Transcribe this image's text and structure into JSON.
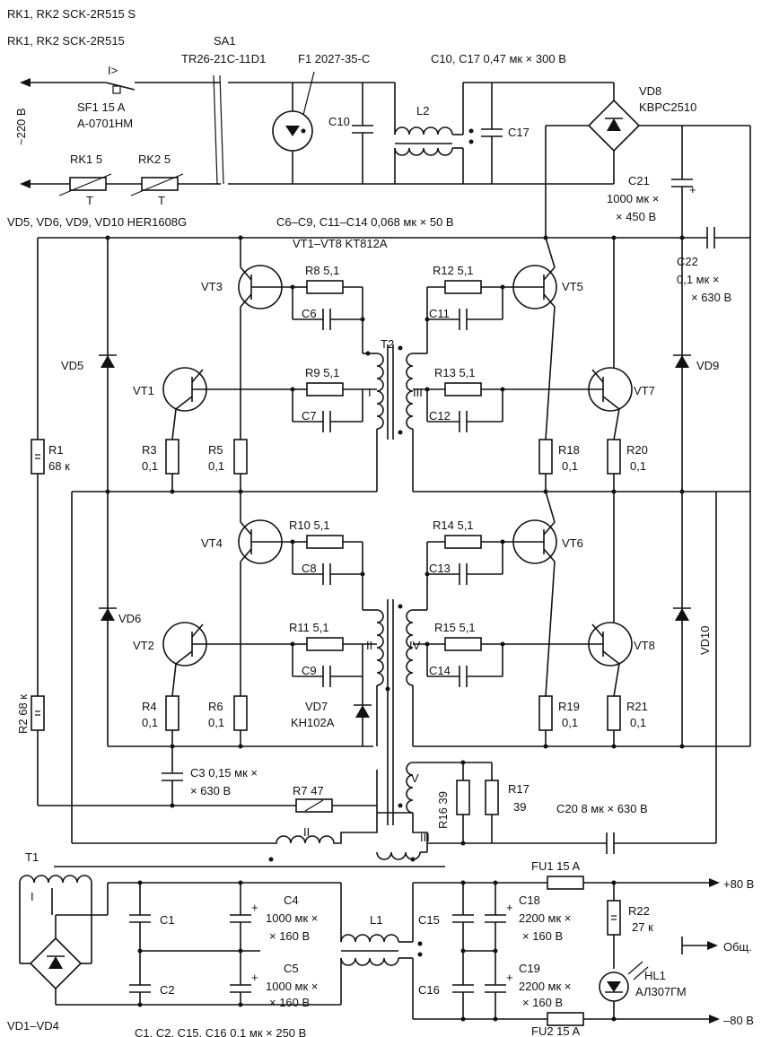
{
  "labels": {
    "cut_top": "RK1, RK2 SCK-2R515    S",
    "rk_spec": "RK1, RK2 SCK-2R515",
    "sa1": "SA1",
    "sa1_part": "TR26-21C-11D1",
    "f1": "F1 2027-35-C",
    "c10_c17": "C10, C17 0,47 мк × 300 В",
    "sf1": "SF1 15 A",
    "sf1_part": "A-0701HM",
    "mains": "~220 В",
    "rk1": "RK1 5",
    "rk2": "RK2 5",
    "t_a": "T",
    "t_b": "T",
    "c10": "C10",
    "l2": "L2",
    "c17": "C17",
    "vd8": "VD8",
    "vd8_part": "KBPC2510",
    "c21": "C21",
    "c21_v1": "1000 мк ×",
    "c21_v2": "× 450 В",
    "vd_spec": "VD5, VD6, VD9, VD10 HER1608G",
    "c_spec": "C6–C9, C11–C14 0,068 мк × 50 В",
    "vt_spec": "VT1–VT8 KT812A",
    "c22": "C22",
    "c22_v1": "0,1 мк ×",
    "c22_v2": "× 630 В",
    "vt3": "VT3",
    "vt1": "VT1",
    "vt4": "VT4",
    "vt2": "VT2",
    "vt5": "VT5",
    "vt7": "VT7",
    "vt6": "VT6",
    "vt8": "VT8",
    "r8": "R8 5,1",
    "r9": "R9 5,1",
    "r10": "R10 5,1",
    "r11": "R11 5,1",
    "r12": "R12 5,1",
    "r13": "R13 5,1",
    "r14": "R14 5,1",
    "r15": "R15 5,1",
    "c6": "C6",
    "c7": "C7",
    "c8": "C8",
    "c9": "C9",
    "c11": "C11",
    "c12": "C12",
    "c13": "C13",
    "c14": "C14",
    "t2": "T2",
    "w_i": "I",
    "w_ii": "II",
    "w_iii": "III",
    "w_iv": "IV",
    "w_v": "V",
    "vd5": "VD5",
    "vd6": "VD6",
    "vd9": "VD9",
    "vd10": "VD10",
    "r1": "R1",
    "r1_v": "68 к",
    "r2": "R2 68 к",
    "r3": "R3",
    "r5": "R5",
    "r4": "R4",
    "r6": "R6",
    "r18": "R18",
    "r20": "R20",
    "r19": "R19",
    "r21": "R21",
    "v01": "0,1",
    "vd7": "VD7",
    "vd7_part": "KH102A",
    "c3": "C3 0,15 мк ×",
    "c3_v": "× 630 В",
    "r7": "R7 47",
    "r16": "R16 39",
    "r17": "R17",
    "r17_v": "39",
    "c20": "C20 8 мк × 630 В",
    "t1": "T1",
    "t1_ii": "II",
    "t1_iii": "III",
    "t1_i": "I",
    "c1": "C1",
    "c2": "C2",
    "c4": "C4",
    "c4_v1": "1000 мк ×",
    "c4_v2": "× 160 В",
    "c5": "C5",
    "c5_v1": "1000 мк ×",
    "c5_v2": "× 160 В",
    "l1": "L1",
    "c15": "C15",
    "c16": "C16",
    "c18": "C18",
    "c18_v1": "2200 мк ×",
    "c18_v2": "× 160 В",
    "c19": "C19",
    "c19_v1": "2200 мк ×",
    "c19_v2": "× 160 В",
    "fu1": "FU1 15 A",
    "fu2": "FU2 15 A",
    "r22": "R22",
    "r22_v": "27 к",
    "hl1": "HL1",
    "hl1_part": "АЛ307ГМ",
    "out_p": "+80 В",
    "out_common": "Общ.",
    "out_n": "–80 В",
    "vd1_vd4": "VD1–VD4",
    "c_bottom": "C1, C2, C15, C16 0,1 мк × 250 В",
    "plus": "+"
  }
}
